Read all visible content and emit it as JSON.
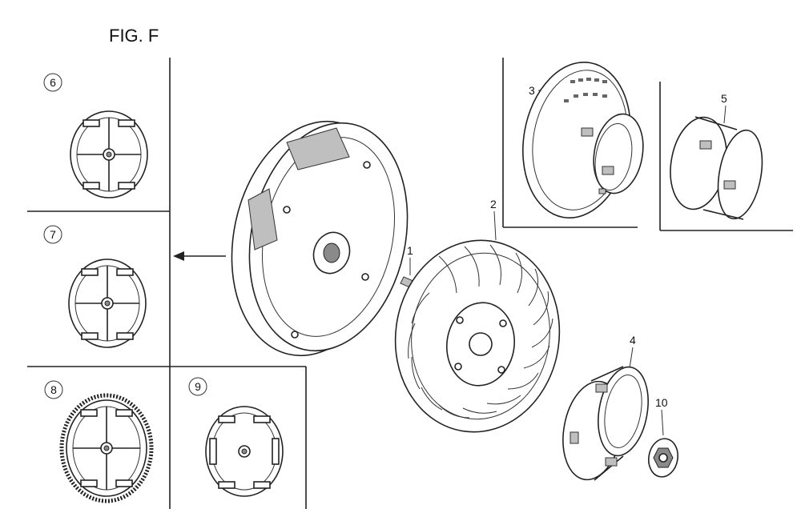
{
  "figure": {
    "title": "FIG. F"
  },
  "callouts": {
    "c1": "1",
    "c2": "2",
    "c3": "3",
    "c4": "4",
    "c5": "5",
    "c6": "6",
    "c7": "7",
    "c8": "8",
    "c9": "9",
    "c10": "10"
  },
  "style": {
    "line_color": "#222222",
    "background": "#ffffff",
    "shade": "#bfbfbf"
  }
}
